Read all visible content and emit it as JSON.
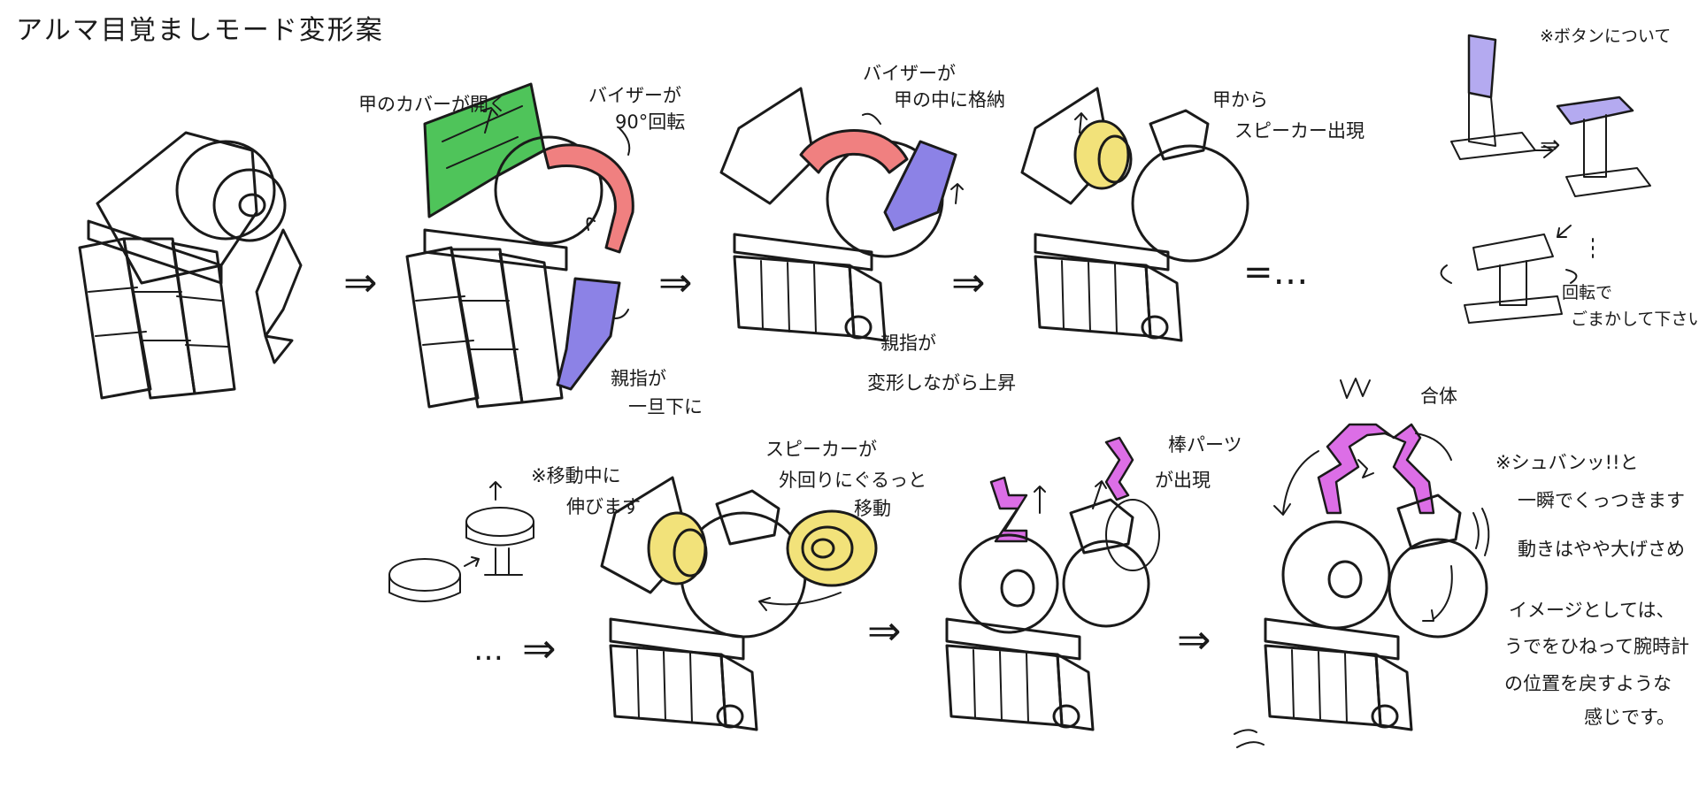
{
  "title": "アルマ目覚ましモード変形案",
  "annotations": {
    "cover_opens": "甲のカバーが開く",
    "visor_rotate_1": "バイザーが",
    "visor_rotate_2": "90°回転",
    "thumb_down_1": "親指が",
    "thumb_down_2": "一旦下に",
    "visor_store_1": "バイザーが",
    "visor_store_2": "甲の中に格納",
    "thumb_rise_1": "親指が",
    "thumb_rise_2": "変形しながら上昇",
    "speaker_appear_1": "甲から",
    "speaker_appear_2": "スピーカー出現",
    "button_note": "※ボタンについて",
    "rotate_fudge_1": "回転で",
    "rotate_fudge_2": "ごまかして下さい",
    "extend_note_1": "※移動中に",
    "extend_note_2": "伸びます",
    "speaker_move_1": "スピーカーが",
    "speaker_move_2": "外回りにぐるっと",
    "speaker_move_3": "移動",
    "rod_appear_1": "棒パーツ",
    "rod_appear_2": "が出現",
    "combine": "合体",
    "final_1": "※シュバンッ!!と",
    "final_2": "一瞬でくっつきます",
    "final_3": "動きはやや大げさめ",
    "final_4": "イメージとしては、",
    "final_5": "うでをひねって腕時計",
    "final_6": "の位置を戻すような",
    "final_7": "感じです。"
  },
  "flow": {
    "arrow_glyph": "⇒",
    "ellipsis_glyph": "=…",
    "lead_glyph": "…"
  },
  "colors": {
    "cover_green": "#4fc45a",
    "visor_red": "#f08080",
    "thumb_purple": "#8c82e6",
    "speaker_yellow": "#f2e27a",
    "rod_magenta": "#dc6ee6",
    "button_lavender": "#b4aaf0"
  }
}
